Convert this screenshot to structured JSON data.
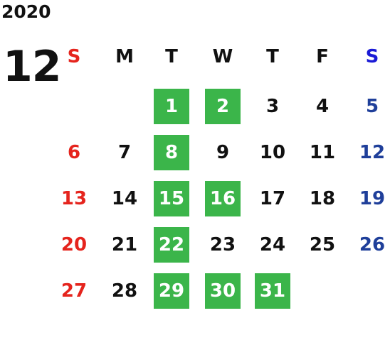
{
  "calendar": {
    "year": "2020",
    "month": "12",
    "weekdays": [
      "S",
      "M",
      "T",
      "W",
      "T",
      "F",
      "S"
    ],
    "weekday_colors": {
      "sunday": "#e5241d",
      "saturday": "#1a1ad6",
      "other": "#111111"
    },
    "day_colors": {
      "sunday": "#e5241d",
      "saturday": "#1f3f9a",
      "weekday": "#111111"
    },
    "highlight_color": "#3bb54a",
    "highlight_text_color": "#ffffff",
    "first_weekday_index": 2,
    "days": [
      {
        "day": "1",
        "highlighted": true
      },
      {
        "day": "2",
        "highlighted": true
      },
      {
        "day": "3",
        "highlighted": false
      },
      {
        "day": "4",
        "highlighted": false
      },
      {
        "day": "5",
        "highlighted": false
      },
      {
        "day": "6",
        "highlighted": false
      },
      {
        "day": "7",
        "highlighted": false
      },
      {
        "day": "8",
        "highlighted": true
      },
      {
        "day": "9",
        "highlighted": false
      },
      {
        "day": "10",
        "highlighted": false
      },
      {
        "day": "11",
        "highlighted": false
      },
      {
        "day": "12",
        "highlighted": false
      },
      {
        "day": "13",
        "highlighted": false
      },
      {
        "day": "14",
        "highlighted": false
      },
      {
        "day": "15",
        "highlighted": true
      },
      {
        "day": "16",
        "highlighted": true
      },
      {
        "day": "17",
        "highlighted": false
      },
      {
        "day": "18",
        "highlighted": false
      },
      {
        "day": "19",
        "highlighted": false
      },
      {
        "day": "20",
        "highlighted": false
      },
      {
        "day": "21",
        "highlighted": false
      },
      {
        "day": "22",
        "highlighted": true
      },
      {
        "day": "23",
        "highlighted": false
      },
      {
        "day": "24",
        "highlighted": false
      },
      {
        "day": "25",
        "highlighted": false
      },
      {
        "day": "26",
        "highlighted": false
      },
      {
        "day": "27",
        "highlighted": false
      },
      {
        "day": "28",
        "highlighted": false
      },
      {
        "day": "29",
        "highlighted": true
      },
      {
        "day": "30",
        "highlighted": true
      },
      {
        "day": "31",
        "highlighted": true
      }
    ]
  }
}
